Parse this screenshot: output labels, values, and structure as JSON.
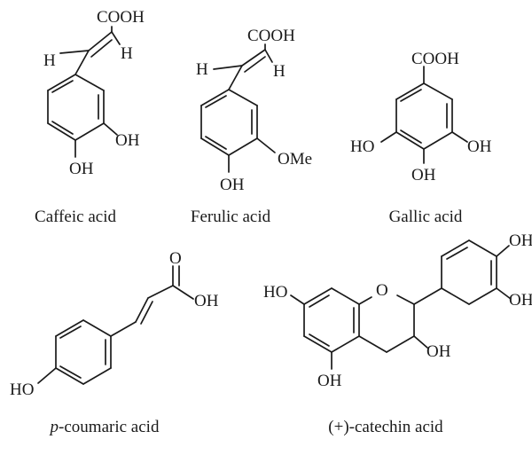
{
  "molecules": {
    "caffeic": {
      "name": "Caffeic acid",
      "cooh": "COOH",
      "h_left": "H",
      "h_right": "H",
      "oh_meta": "OH",
      "oh_para": "OH"
    },
    "ferulic": {
      "name": "Ferulic acid",
      "cooh": "COOH",
      "h_left": "H",
      "h_right": "H",
      "ome": "OMe",
      "oh_para": "OH"
    },
    "gallic": {
      "name": "Gallic acid",
      "cooh": "COOH",
      "oh_left": "HO",
      "oh_right": "OH",
      "oh_bottom": "OH"
    },
    "coumaric": {
      "name_prefix": "p",
      "name_rest": "-coumaric acid",
      "carbonyl_o": "O",
      "acid_oh": "OH",
      "phenol_oh": "HO"
    },
    "catechin": {
      "name": "(+)-catechin acid",
      "oh_a7": "HO",
      "ring_o": "O",
      "oh_b3": "OH",
      "oh_b4": "OH",
      "oh_c3": "OH",
      "oh_a5": "OH"
    }
  }
}
